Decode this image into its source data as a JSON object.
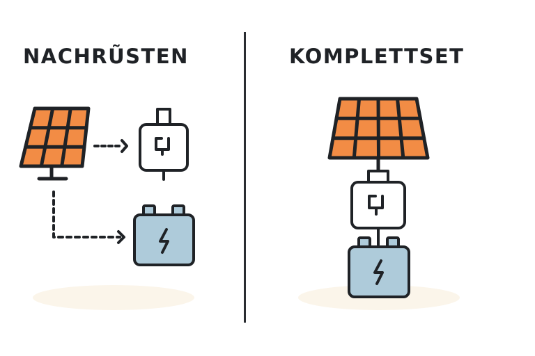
{
  "left_panel": {
    "title": "NACHRŨSTEN",
    "components": [
      "solar-panel",
      "charge-controller",
      "battery"
    ],
    "connections": [
      {
        "from": "solar-panel",
        "to": "charge-controller",
        "style": "dashed-arrow"
      },
      {
        "from": "solar-panel",
        "to": "battery",
        "style": "dashed-arrow"
      }
    ]
  },
  "right_panel": {
    "title": "KOMPLETTSET",
    "components": [
      "solar-panel",
      "charge-controller",
      "battery"
    ],
    "connections": [
      {
        "from": "solar-panel",
        "to": "charge-controller",
        "style": "solid-line"
      },
      {
        "from": "charge-controller",
        "to": "battery",
        "style": "solid-line"
      }
    ]
  },
  "colors": {
    "panel_fill": "#F28C45",
    "battery_fill": "#AECBDA",
    "stroke": "#1F2226",
    "ground_shadow": "#FBF5EA",
    "background": "#FFFFFF"
  }
}
